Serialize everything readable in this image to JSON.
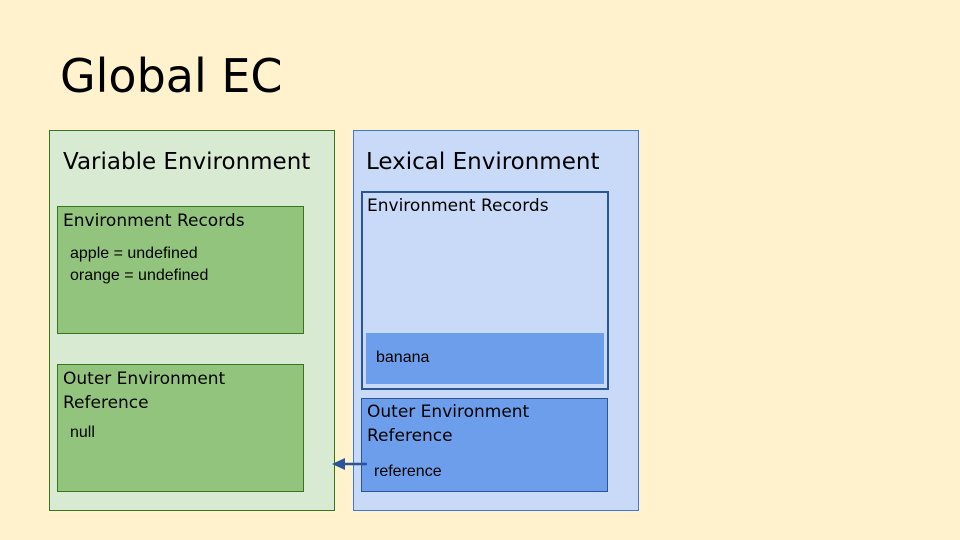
{
  "title": "Global EC",
  "variable_environment": {
    "title": "Variable Environment",
    "records": {
      "title": "Environment Records",
      "values": "apple = undefined\norange = undefined"
    },
    "outer": {
      "title": "Outer Environment\nReference",
      "value": "null"
    }
  },
  "lexical_environment": {
    "title": "Lexical Environment",
    "records": {
      "title": "Environment Records",
      "value": "banana"
    },
    "outer": {
      "title": "Outer Environment\nReference",
      "value": "reference"
    }
  },
  "colors": {
    "background": "#fff2cc",
    "variable_panel": "#d9ead3",
    "variable_box": "#93c47d",
    "lexical_panel": "#c9daf8",
    "lexical_box": "#6d9eeb",
    "arrow": "#2a5599"
  }
}
